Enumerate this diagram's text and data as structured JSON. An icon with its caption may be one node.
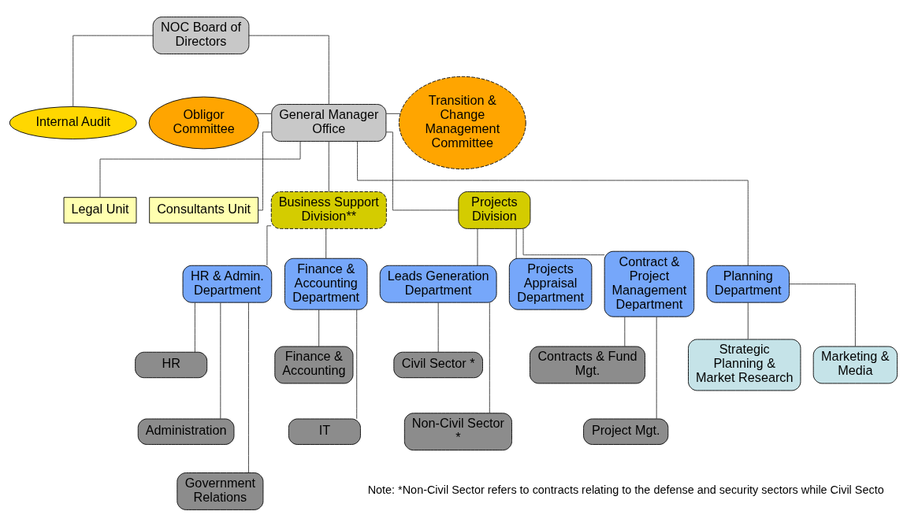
{
  "diagram": {
    "nodes": [
      {
        "text": [
          "NOC Board of Directors"
        ]
      },
      {
        "text": [
          "Internal Audit"
        ]
      },
      {
        "text": [
          "General Manager Office"
        ]
      },
      {
        "text": [
          "Obligor Committee"
        ]
      },
      {
        "text": [
          "Transition & Change Management Committee"
        ]
      },
      {
        "text": [
          "Legal Unit"
        ]
      },
      {
        "text": [
          "Consultants Unit"
        ]
      },
      {
        "text": [
          "Business Support Division**"
        ]
      },
      {
        "text": [
          "Projects Division"
        ]
      },
      {
        "text": [
          "HR & Admin. Department"
        ]
      },
      {
        "text": [
          "Finance & Accounting Department"
        ]
      },
      {
        "text": [
          "Planning Department"
        ]
      },
      {
        "text": [
          "Leads Generation Department"
        ]
      },
      {
        "text": [
          "Projects Appraisal Department"
        ]
      },
      {
        "text": [
          "Contract & Project Management Department"
        ]
      },
      {
        "text": [
          "HR"
        ]
      },
      {
        "text": [
          "Administration"
        ]
      },
      {
        "text": [
          "Government Relations"
        ]
      },
      {
        "text": [
          "Finance & Accounting"
        ]
      },
      {
        "text": [
          "IT"
        ]
      },
      {
        "text": [
          "Strategic Planning & Market Research"
        ]
      },
      {
        "text": [
          "Marketing & Media"
        ]
      },
      {
        "text": [
          "Civil Sector *"
        ]
      },
      {
        "text": [
          "Non-Civil Sector *"
        ]
      },
      {
        "text": [
          "Contracts & Fund Mgt."
        ]
      },
      {
        "text": [
          "Project Mgt."
        ]
      }
    ],
    "edges": [
      {
        "from": 0,
        "to": 1,
        "arrow": "none"
      },
      {
        "from": 0,
        "to": 2,
        "arrow": "none"
      },
      {
        "from": 2,
        "to": 3,
        "arrow": "none"
      },
      {
        "from": 2,
        "to": 4,
        "arrow": "none"
      },
      {
        "from": 2,
        "to": 5,
        "arrow": "none"
      },
      {
        "from": 2,
        "to": 6,
        "arrow": "none"
      },
      {
        "from": 2,
        "to": 7,
        "arrow": "none"
      },
      {
        "from": 2,
        "to": 11,
        "arrow": "none"
      },
      {
        "from": 2,
        "to": 8,
        "arrow": "none"
      },
      {
        "from": 7,
        "to": 9,
        "arrow": "none"
      },
      {
        "from": 7,
        "to": 10,
        "arrow": "none"
      },
      {
        "from": 9,
        "to": 15,
        "arrow": "none"
      },
      {
        "from": 9,
        "to": 16,
        "arrow": "none"
      },
      {
        "from": 9,
        "to": 17,
        "arrow": "none"
      },
      {
        "from": 10,
        "to": 18,
        "arrow": "none"
      },
      {
        "from": 10,
        "to": 19,
        "arrow": "none"
      },
      {
        "from": 11,
        "to": 20,
        "arrow": "none"
      },
      {
        "from": 11,
        "to": 21,
        "arrow": "none"
      },
      {
        "from": 8,
        "to": 12,
        "arrow": "none"
      },
      {
        "from": 8,
        "to": 13,
        "arrow": "none"
      },
      {
        "from": 8,
        "to": 14,
        "arrow": "none"
      },
      {
        "from": 12,
        "to": 22,
        "arrow": "none"
      },
      {
        "from": 12,
        "to": 23,
        "arrow": "none"
      },
      {
        "from": 14,
        "to": 24,
        "arrow": "none"
      },
      {
        "from": 14,
        "to": 25,
        "arrow": "none"
      }
    ],
    "labels": [
      "Note: *Non-Civil Sector refers to contracts relating to the defense and security sectors while Civil Secto"
    ]
  }
}
